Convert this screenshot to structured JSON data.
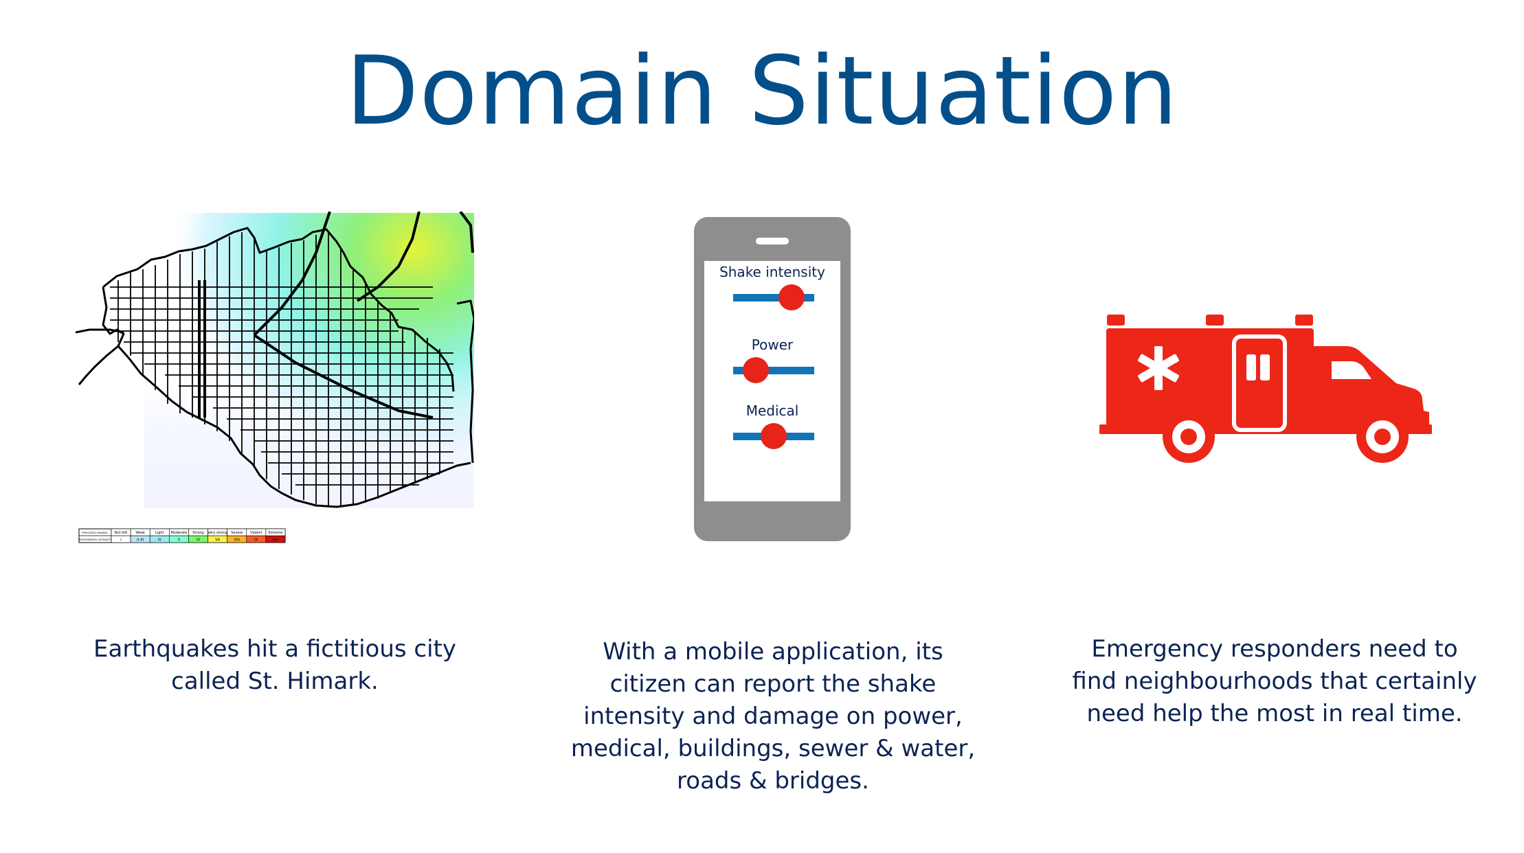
{
  "slide": {
    "title": "Domain Situation",
    "title_color": "#044f8a"
  },
  "map": {
    "legend": {
      "rows": [
        "PERCEIVED SHAKING",
        "INSTRUMENTAL INTENSITY"
      ],
      "levels": [
        {
          "shaking": "Not felt",
          "intensity": "I",
          "color": "#ffffff"
        },
        {
          "shaking": "Weak",
          "intensity": "II-III",
          "color": "#bfe3f6"
        },
        {
          "shaking": "Light",
          "intensity": "IV",
          "color": "#9ae9f0"
        },
        {
          "shaking": "Moderate",
          "intensity": "V",
          "color": "#80ffd0"
        },
        {
          "shaking": "Strong",
          "intensity": "VI",
          "color": "#7af86a"
        },
        {
          "shaking": "Very strong",
          "intensity": "VII",
          "color": "#f6f04a"
        },
        {
          "shaking": "Severe",
          "intensity": "VIII",
          "color": "#fbb22a"
        },
        {
          "shaking": "Violent",
          "intensity": "IX",
          "color": "#f8592a"
        },
        {
          "shaking": "Extreme",
          "intensity": "X+",
          "color": "#d00f0f"
        }
      ]
    }
  },
  "phone": {
    "body_color": "#8e8e8e",
    "knob_color": "#e8231a",
    "track_color": "#1173b8",
    "sliders": [
      {
        "label": "Shake intensity",
        "level": 0.72
      },
      {
        "label": "Power",
        "level": 0.28
      },
      {
        "label": "Medical",
        "level": 0.5
      }
    ]
  },
  "ambulance": {
    "color": "#ec2718"
  },
  "captions": {
    "map": [
      "Earthquakes hit a fictitious city",
      "called St. Himark."
    ],
    "phone": [
      "With a mobile application, its",
      "citizen can report the shake",
      "intensity and damage on power,",
      "medical, buildings, sewer & water,",
      "roads & bridges."
    ],
    "ambulance": [
      "Emergency responders need to",
      "find neighbourhoods that certainly",
      "need help the most in real time."
    ]
  }
}
